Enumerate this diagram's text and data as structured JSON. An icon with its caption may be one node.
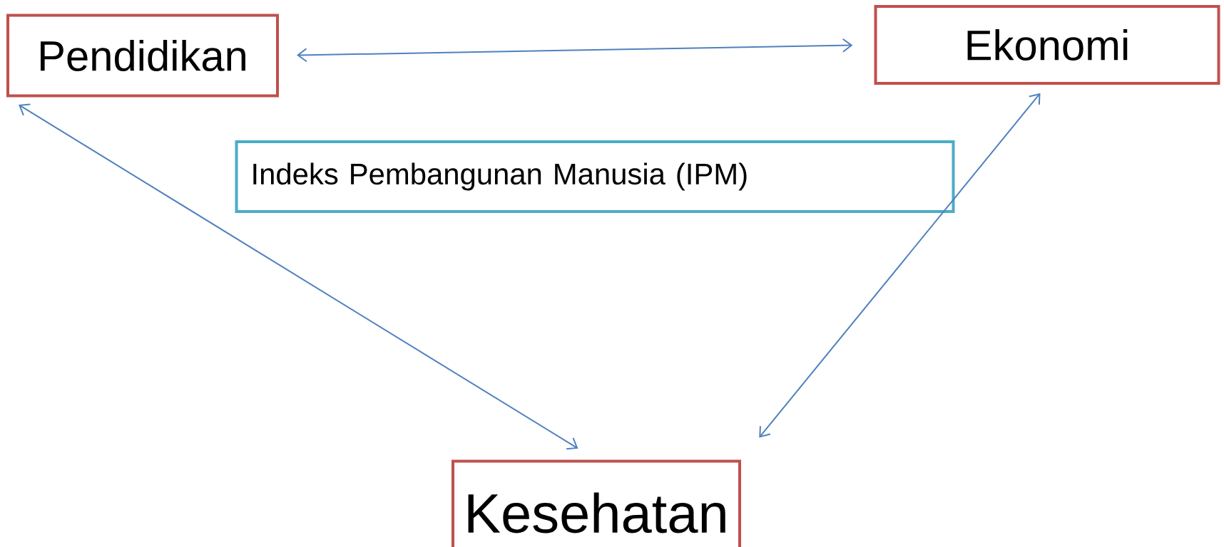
{
  "diagram": {
    "nodes": [
      {
        "text": [
          "Pendidikan"
        ]
      },
      {
        "text": [
          "Ekonomi"
        ]
      },
      {
        "text": [
          "Indeks Pembangunan Manusia (IPM)"
        ]
      },
      {
        "text": [
          "Kesehatan"
        ]
      }
    ],
    "edges": [
      {
        "from": 0,
        "to": 1,
        "arrow": "both"
      },
      {
        "from": 0,
        "to": 3,
        "arrow": "both"
      },
      {
        "from": 1,
        "to": 3,
        "arrow": "both"
      }
    ]
  }
}
